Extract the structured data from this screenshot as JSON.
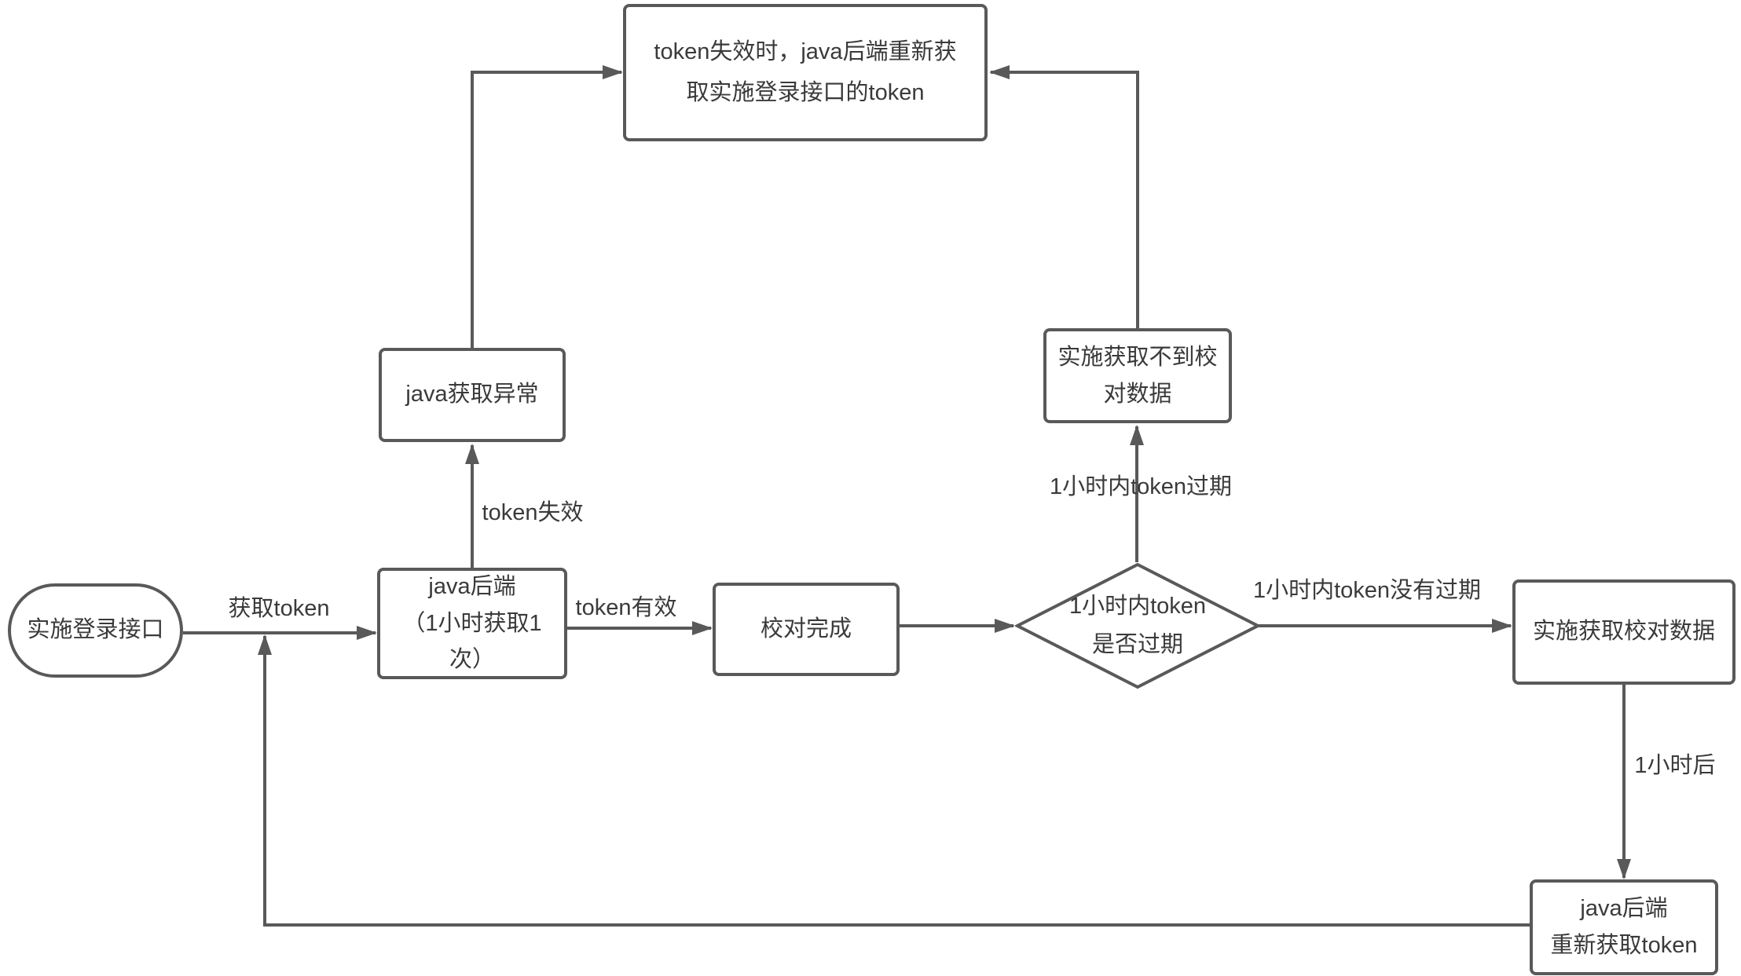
{
  "colors": {
    "stroke": "#595959",
    "text": "#3a3a3a",
    "background": "#ffffff"
  },
  "nodes": {
    "login_api": {
      "lines": [
        "实施登录接口"
      ]
    },
    "java_backend": {
      "lines": [
        "java后端",
        "（1小时获取1",
        "次）"
      ]
    },
    "java_error": {
      "lines": [
        "java获取异常"
      ]
    },
    "refetch_token_top": {
      "lines": [
        "token失效时，java后端重新获",
        "取实施登录接口的token"
      ]
    },
    "check_done": {
      "lines": [
        "校对完成"
      ]
    },
    "token_expired_decision": {
      "lines": [
        "1小时内token",
        "是否过期"
      ]
    },
    "no_check_data": {
      "lines": [
        "实施获取不到校",
        "对数据"
      ]
    },
    "get_check_data": {
      "lines": [
        "实施获取校对数据"
      ]
    },
    "java_refetch": {
      "lines": [
        "java后端",
        "重新获取token"
      ]
    }
  },
  "edge_labels": {
    "get_token": "获取token",
    "token_valid": "token有效",
    "token_invalid": "token失效",
    "expired_in_1h": "1小时内token过期",
    "not_expired_in_1h": "1小时内token没有过期",
    "after_1h": "1小时后"
  }
}
